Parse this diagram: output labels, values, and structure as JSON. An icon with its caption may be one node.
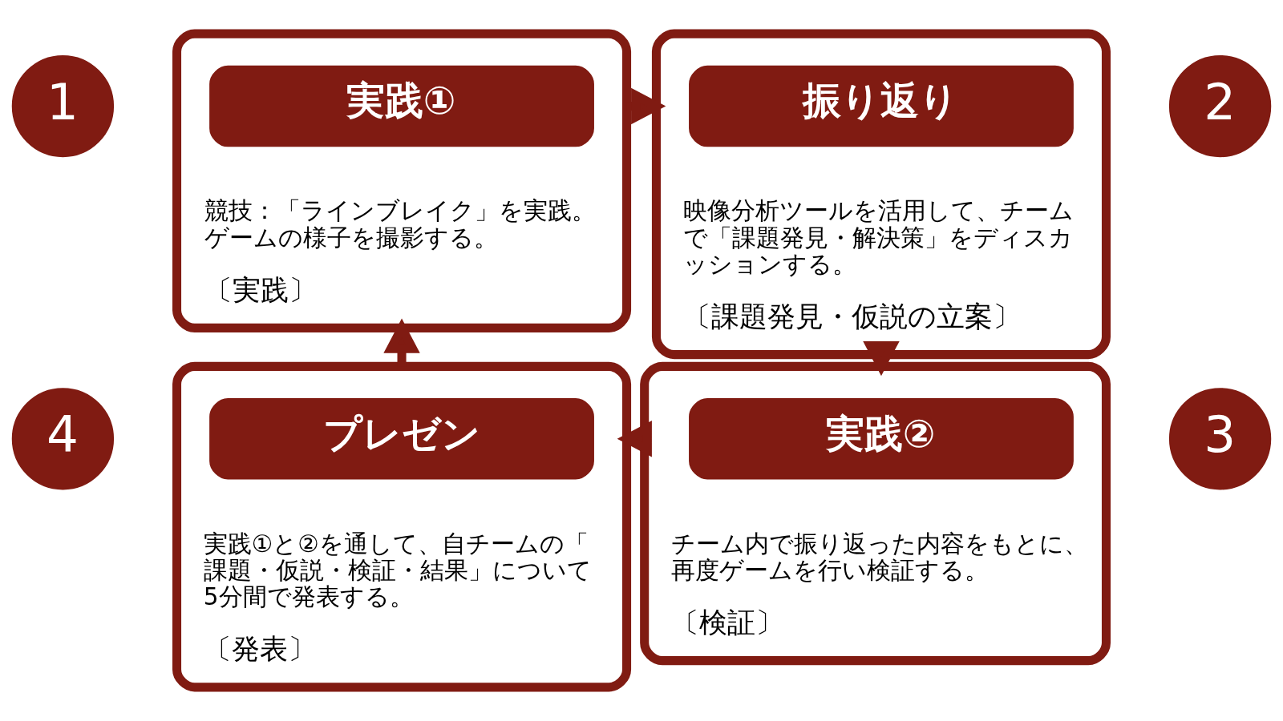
{
  "diagram": {
    "nodes": [
      {
        "text": [
          "1"
        ]
      },
      {
        "text": [
          "競技：「ラインブレイク」を実践。ゲームの様子を撮影する。",
          "〔実践〕"
        ]
      },
      {
        "text": [
          "実践①"
        ],
        "in": 1
      },
      {
        "text": [
          "2"
        ]
      },
      {
        "text": [
          "映像分析ツールを活用して、チームで「課題発見・解決策」をディスカッションする。",
          "〔課題発見・仮説の立案〕"
        ]
      },
      {
        "text": [
          "振り返り"
        ],
        "in": 4
      },
      {
        "text": [
          "3"
        ]
      },
      {
        "text": [
          "チーム内で振り返った内容をもとに、再度ゲームを行い検証する。",
          "〔検証〕"
        ]
      },
      {
        "text": [
          "実践②"
        ],
        "in": 7
      },
      {
        "text": [
          "4"
        ]
      },
      {
        "text": [
          "実践①と②を通して、自チームの「課題・仮説・検証・結果」について5分間で発表する。",
          "〔発表〕"
        ]
      },
      {
        "text": [
          "プレゼン"
        ],
        "in": 10
      }
    ],
    "edges": [
      {
        "from": 1,
        "to": 4,
        "arrow": "to"
      },
      {
        "from": 4,
        "to": 7,
        "arrow": "to"
      },
      {
        "from": 7,
        "to": 10,
        "arrow": "to"
      },
      {
        "from": 10,
        "to": 1,
        "arrow": "to"
      }
    ]
  }
}
